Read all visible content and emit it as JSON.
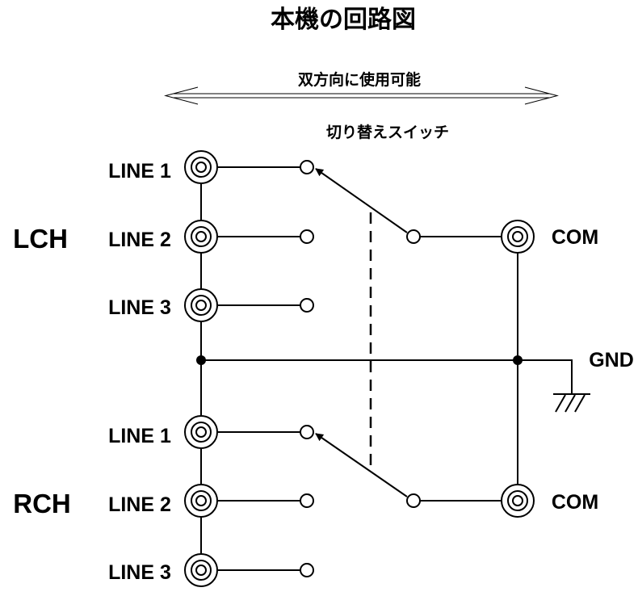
{
  "title": "本機の回路図",
  "bidirectional_label": "双方向に使用可能",
  "switch_label": "切り替えスイッチ",
  "channels": [
    {
      "name": "LCH",
      "color": "#1a4fd8",
      "lines": [
        "LINE 1",
        "LINE 2",
        "LINE 3"
      ],
      "common_label": "COM",
      "selected_line": "LINE 1"
    },
    {
      "name": "RCH",
      "color": "#e8141e",
      "lines": [
        "LINE 1",
        "LINE 2",
        "LINE 3"
      ],
      "common_label": "COM",
      "selected_line": "LINE 1"
    }
  ],
  "ground_label": "GND"
}
